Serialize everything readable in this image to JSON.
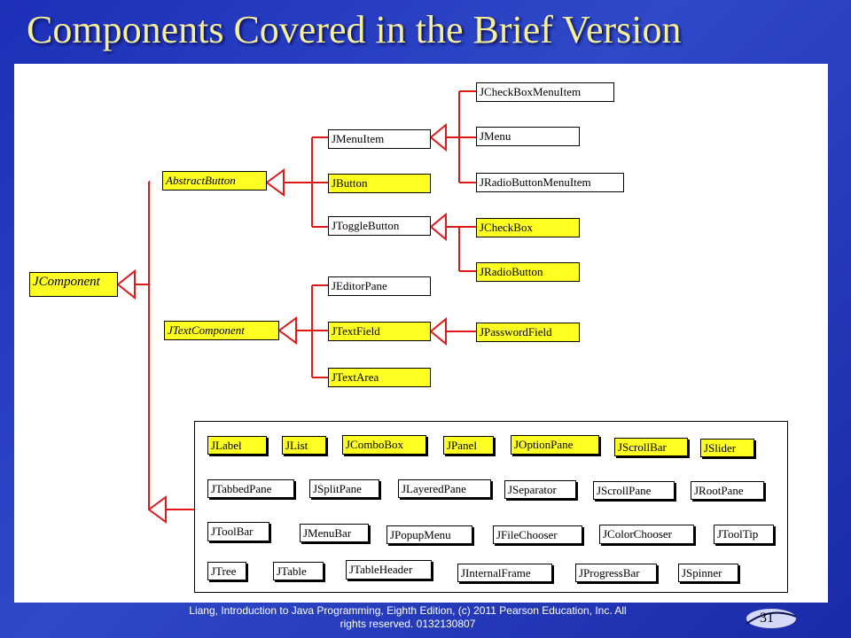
{
  "slide": {
    "title": "Components Covered in the Brief Version",
    "footer_line1": "Liang, Introduction to Java Programming, Eighth Edition, (c) 2011 Pearson Education, Inc. All",
    "footer_line2": "rights reserved. 0132130807",
    "page_number": "31"
  },
  "hierarchy": {
    "root": "JComponent",
    "abstract_button": "AbstractButton",
    "text_component": "JTextComponent",
    "jmenuitem": "JMenuItem",
    "jbutton": "JButton",
    "jtogglebutton": "JToggleButton",
    "jcheckboxmenuitem": "JCheckBoxMenuItem",
    "jmenu": "JMenu",
    "jradiobuttonmenuitem": "JRadioButtonMenuItem",
    "jcheckbox": "JCheckBox",
    "jradiobutton": "JRadioButton",
    "jeditorpane": "JEditorPane",
    "jtextfield": "JTextField",
    "jtextarea": "JTextArea",
    "jpasswordfield": "JPasswordField"
  },
  "other_components": [
    "JLabel",
    "JList",
    "JComboBox",
    "JPanel",
    "JOptionPane",
    "JScrollBar",
    "JSlider",
    "JTabbedPane",
    "JSplitPane",
    "JLayeredPane",
    "JSeparator",
    "JScrollPane",
    "JRootPane",
    "JToolBar",
    "JMenuBar",
    "JPopupMenu",
    "JFileChooser",
    "JColorChooser",
    "JToolTip",
    "JTree",
    "JTable",
    "JTableHeader",
    "JInternalFrame",
    "JProgressBar",
    "JSpinner"
  ],
  "colors": {
    "highlight": "#ffff22",
    "connector": "#e01818",
    "title": "#f6ef9a",
    "background": "#2338bd"
  }
}
